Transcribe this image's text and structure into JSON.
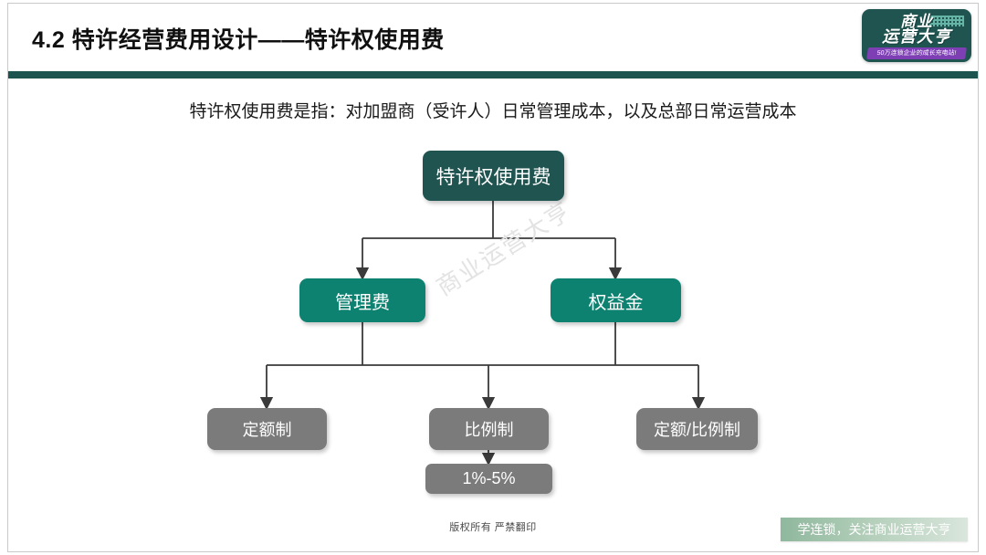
{
  "slide": {
    "title": "4.2 特许经营费用设计——特许权使用费",
    "subtitle": "特许权使用费是指：对加盟商（受许人）日常管理成本，以及总部日常运营成本",
    "watermark": "商业运营大亨",
    "copyright": "版权所有 严禁翻印",
    "cta": "学连锁，关注商业运营大亨"
  },
  "logo": {
    "line1": "商业",
    "line2": "运营大亨",
    "ribbon": "50万连锁企业的成长充电站!"
  },
  "colors": {
    "header_rule": "#1e5450",
    "root_node": "#1f5450",
    "level2_node": "#0d8271",
    "level3_node": "#7b7b7b",
    "connector": "#3a3a3a",
    "ribbon_purple": "#7e3fb5",
    "cta_green": "#8fb89d"
  },
  "diagram": {
    "type": "tree",
    "root": {
      "label": "特许权使用费"
    },
    "level2": [
      {
        "label": "管理费"
      },
      {
        "label": "权益金"
      }
    ],
    "level3": [
      {
        "label": "定额制"
      },
      {
        "label": "比例制"
      },
      {
        "label": "定额/比例制"
      }
    ],
    "level4": [
      {
        "label": "1%-5%"
      }
    ]
  }
}
